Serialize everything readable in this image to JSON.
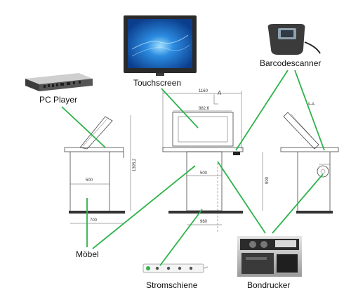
{
  "labels": {
    "pc_player": "PC Player",
    "touchscreen": "Touchscreen",
    "barcodescanner": "Barcodescanner",
    "moebel": "Möbel",
    "stromschiene": "Stromschiene",
    "bondrucker": "Bondrucker"
  },
  "dimensions": {
    "top_width": "1160",
    "screen_width": "882,6",
    "section_a": "A",
    "section_a_side": "A-A",
    "height": "1395,2",
    "left_base": "700",
    "left_inner": "500",
    "center_inner": "500",
    "center_base": "960",
    "right_height": "900"
  },
  "colors": {
    "connector": "#2db34a",
    "screen_blue": "#1e6fd0"
  }
}
